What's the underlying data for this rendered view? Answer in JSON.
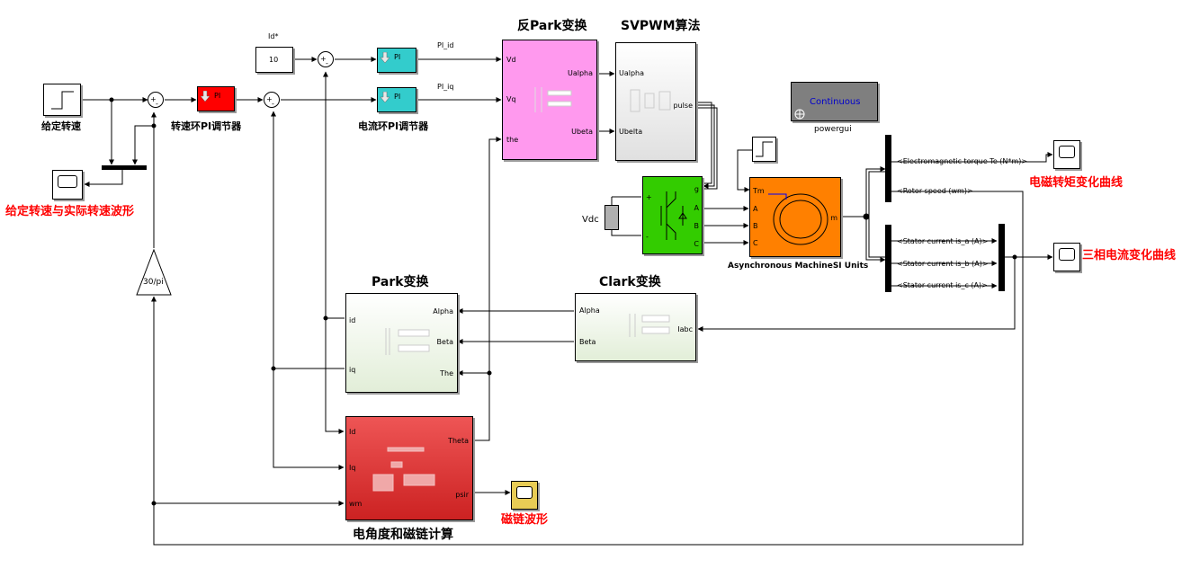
{
  "blocks": {
    "speed_ref_label": "给定转速",
    "speed_pi_label": "转速环PI调节器",
    "speed_pi_text": "PI",
    "current_pi_label": "电流环PI调节器",
    "current_pi_text": "PI",
    "id_pi_text": "PI",
    "id_star_label": "Id*",
    "id_star_value": "10",
    "gain_label": "30/pi",
    "scope_speed_caption": "给定转速与实际转速波形",
    "inv_park_title": "反Park变换",
    "svpwm_title": "SVPWM算法",
    "park_title": "Park变换",
    "clark_title": "Clark变换",
    "flux_title": "电角度和磁链计算",
    "flux_scope_caption": "磁链波形",
    "torque_caption": "电磁转矩变化曲线",
    "current_caption": "三相电流变化曲线",
    "machine_label": "Asynchronous MachineSI Units",
    "powergui_text": "Continuous",
    "powergui_label": "powergui",
    "vdc_label": "Vdc"
  },
  "signals": {
    "pi_id": "PI_id",
    "pi_iq": "PI_iq"
  },
  "ports": {
    "inv_park_in": [
      "Vd",
      "Vq",
      "the"
    ],
    "inv_park_out": [
      "Ualpha",
      "Ubeta"
    ],
    "svpwm_in": [
      "Ualpha",
      "Ubelta"
    ],
    "svpwm_out": "pulse",
    "inverter": [
      "g",
      "A",
      "B",
      "C",
      "+",
      "-"
    ],
    "machine_in": [
      "Tm",
      "A",
      "B",
      "C"
    ],
    "machine_out": "m",
    "park_in": [
      "id",
      "iq"
    ],
    "park_out": [
      "Alpha",
      "Beta",
      "The"
    ],
    "clark_in": "Iabc",
    "clark_out": [
      "Alpha",
      "Beta"
    ],
    "flux_in": [
      "Id",
      "Iq",
      "wm"
    ],
    "flux_out": [
      "Theta",
      "psir"
    ],
    "sum_signs": [
      "+",
      "-"
    ]
  },
  "bus_selectors": {
    "torque_speed": [
      "<Electromagnetic torque Te (N*m)>",
      "<Rotor speed (wm)>"
    ],
    "stator_currents": [
      "<Stator current is_a (A)>",
      "<Stator current is_b (A)>",
      "<Stator current is_c (A)>"
    ]
  },
  "colors": {
    "speed_pi": "#ff0000",
    "current_pi": "#33cccc",
    "inv_park": "#ff99ee",
    "inverter": "#33cc00",
    "machine": "#ff8000",
    "park_clark": "#e9f3e0",
    "flux": "#e54545",
    "flux_scope": "#e8cc55",
    "annotation_red": "#ff0000",
    "powergui": "#7f7f7f"
  }
}
